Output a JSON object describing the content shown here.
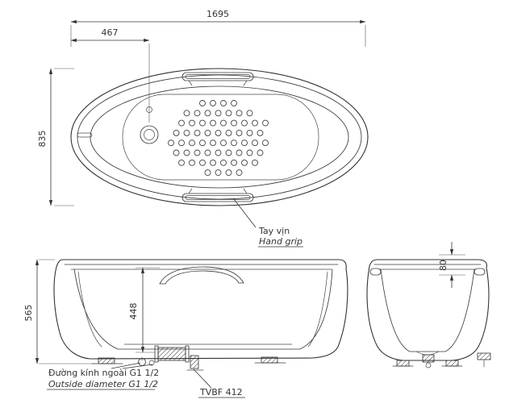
{
  "drawing": {
    "colors": {
      "line": "#333333",
      "text": "#333333",
      "background": "#ffffff"
    },
    "top_view": {
      "dim_width": "1695",
      "dim_drain_offset": "467",
      "dim_depth": "835",
      "grip_label_vi": "Tay vịn",
      "grip_label_en": "Hand grip"
    },
    "front_view": {
      "dim_total_height": "565",
      "dim_inner_height": "448"
    },
    "end_view": {
      "dim_rim_height": "80"
    },
    "callouts": {
      "drain_vi": "Đường kính ngoài G1 1/2",
      "drain_en": "Outside diameter G1 1/2",
      "model": "TVBF 412"
    }
  }
}
